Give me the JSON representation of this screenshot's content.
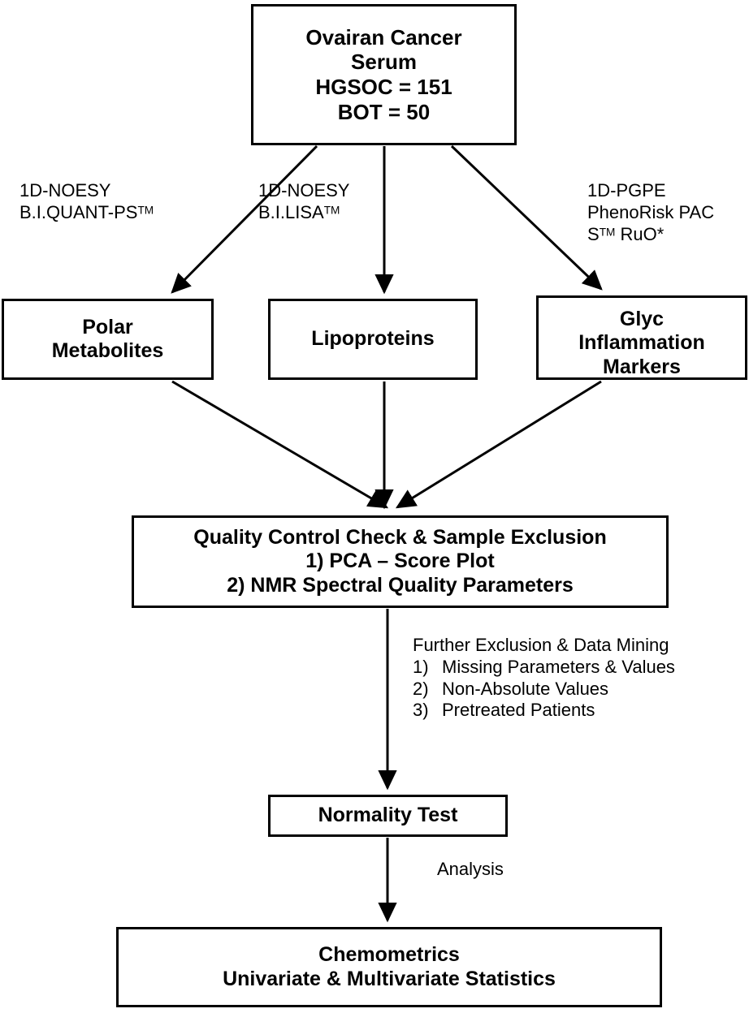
{
  "diagram": {
    "title": "NMR metabolomics ovarian cancer study workflow",
    "line_color": "#000000",
    "background": "#ffffff"
  },
  "nodes": {
    "source": {
      "name": "ovarian-cancer-serum",
      "lines": [
        "Ovairan Cancer",
        "Serum",
        "HGSOC = 151",
        "BOT = 50"
      ]
    },
    "polar": {
      "name": "polar-metabolites",
      "lines": [
        "Polar",
        "Metabolites"
      ]
    },
    "lipoproteins": {
      "name": "lipoproteins",
      "lines": [
        "Lipoproteins"
      ]
    },
    "glyc": {
      "name": "glyc-inflammation-markers",
      "lines": [
        "Glyc",
        "Inflammation",
        "Markers"
      ]
    },
    "quality_control": {
      "name": "quality-control-check",
      "lines": [
        "Quality Control Check & Sample Exclusion",
        "1)  PCA – Score Plot",
        "2)  NMR Spectral Quality Parameters"
      ]
    },
    "normality": {
      "name": "normality-test",
      "lines": [
        "Normality Test"
      ]
    },
    "chemometrics": {
      "name": "chemometrics",
      "lines": [
        "Chemometrics",
        "Univariate & Multivariate Statistics"
      ]
    }
  },
  "edge_labels": {
    "left_branch": {
      "line1": "1D-NOESY",
      "line2_pre": "B.I.QUANT-PS",
      "line2_tm": "TM"
    },
    "middle_branch": {
      "line1": "1D-NOESY",
      "line2_pre": "B.I.LISA",
      "line2_tm": "TM"
    },
    "right_branch": {
      "line1": "1D-PGPE",
      "line2": "PhenoRisk PAC",
      "line3_pre": "S",
      "line3_tm": "TM",
      "line3_post": " RuO*"
    },
    "data_mining": {
      "heading": "Further Exclusion & Data Mining",
      "items": [
        {
          "num": "1)",
          "text": "Missing Parameters & Values"
        },
        {
          "num": "2)",
          "text": "Non-Absolute Values"
        },
        {
          "num": "3)",
          "text": "Pretreated Patients"
        }
      ]
    },
    "analysis": "Analysis"
  }
}
